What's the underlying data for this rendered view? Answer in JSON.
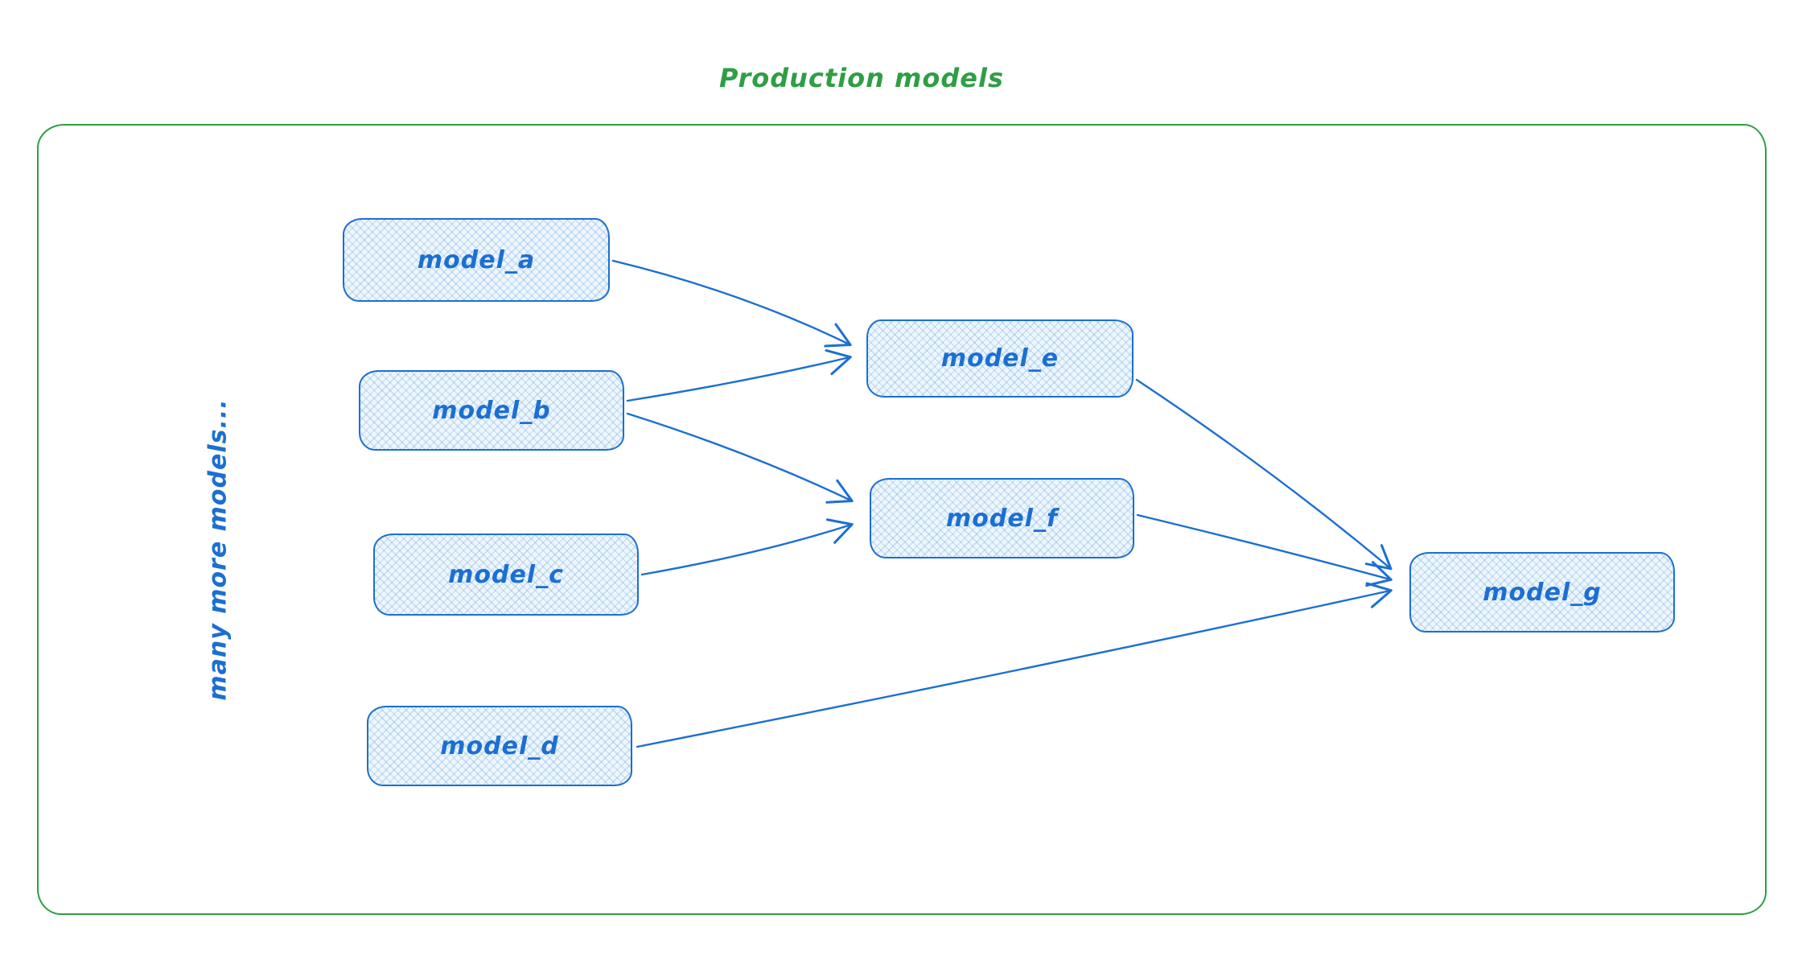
{
  "title": "Production models",
  "side_label": "many more models...",
  "colors": {
    "frame_green": "#2f9e44",
    "node_blue": "#1c6fd2",
    "node_fill": "#eef6fd"
  },
  "nodes": [
    {
      "id": "model_a",
      "label": "model_a"
    },
    {
      "id": "model_b",
      "label": "model_b"
    },
    {
      "id": "model_c",
      "label": "model_c"
    },
    {
      "id": "model_d",
      "label": "model_d"
    },
    {
      "id": "model_e",
      "label": "model_e"
    },
    {
      "id": "model_f",
      "label": "model_f"
    },
    {
      "id": "model_g",
      "label": "model_g"
    }
  ],
  "edges": [
    {
      "from": "model_a",
      "to": "model_e"
    },
    {
      "from": "model_b",
      "to": "model_e"
    },
    {
      "from": "model_b",
      "to": "model_f"
    },
    {
      "from": "model_c",
      "to": "model_f"
    },
    {
      "from": "model_e",
      "to": "model_g"
    },
    {
      "from": "model_f",
      "to": "model_g"
    },
    {
      "from": "model_d",
      "to": "model_g"
    }
  ]
}
